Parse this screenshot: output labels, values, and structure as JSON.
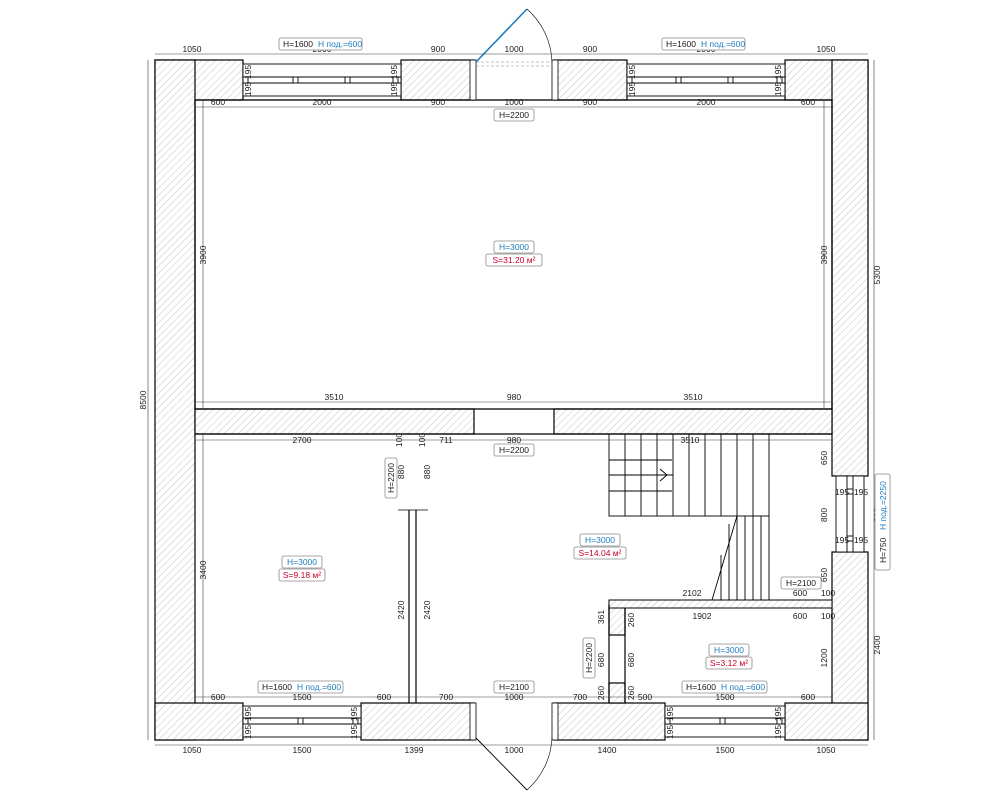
{
  "dims": {
    "top_outer": [
      "1050",
      "2000",
      "900",
      "1000",
      "900",
      "2000",
      "1050"
    ],
    "top_inner": [
      "600",
      "2000",
      "900",
      "1000",
      "900",
      "2000",
      "600"
    ],
    "top_window_195": "195",
    "left_total": "8500",
    "right_total_upper": "5300",
    "right_total_lower": "2400",
    "big_room_height": "3900",
    "partition_segments": [
      "3510",
      "980",
      "3510"
    ],
    "lower_top_row": [
      "2700",
      "100",
      "100",
      "711",
      "980",
      "3510"
    ],
    "left_room_height": "3400",
    "corridor_880": "880",
    "corridor_2420": "2420",
    "bottom_inner": [
      "600",
      "1500",
      "600",
      "700",
      "1000",
      "700",
      "500",
      "1500",
      "600"
    ],
    "bottom_outer": [
      "1050",
      "1500",
      "1399",
      "1000",
      "1400",
      "1500",
      "1050"
    ],
    "right_side": [
      "650",
      "800",
      "650",
      "800"
    ],
    "right_window_195": "195",
    "stair_run": "2102",
    "bath_top": "1902",
    "bath_side_600": "600",
    "bath_side_100": "100",
    "bath_361": "361",
    "bath_260": "260",
    "bath_680": "680",
    "bath_right": "1200",
    "bath_600b": "600",
    "bath_100b": "100"
  },
  "labels": {
    "win_top_left_h": "H=1600",
    "win_top_left_sill": "Н под.=600",
    "win_top_right_h": "H=1600",
    "win_top_right_sill": "Н под.=600",
    "door_top_h": "H=2200",
    "door_mid_h": "H=2200",
    "door_left_h": "H=2200",
    "door_bath_h": "H=2200",
    "door_bottom_h": "H=2100",
    "door_stair_h": "H=2100",
    "win_bl_h": "H=1600",
    "win_bl_sill": "Н под.=600",
    "win_br_h": "H=1600",
    "win_br_sill": "Н под.=600",
    "win_right_h": "H=750",
    "win_right_sill": "Н под.=2250"
  },
  "rooms": [
    {
      "height": "H=3000",
      "area": "S=31.20 м²"
    },
    {
      "height": "H=3000",
      "area": "S=9.18 м²"
    },
    {
      "height": "H=3000",
      "area": "S=14.04 м²"
    },
    {
      "height": "H=3000",
      "area": "S=3.12 м²"
    }
  ],
  "colors": {
    "height_text": "#1f7fbf",
    "area_text": "#c8002a",
    "door_leaf": "#1f7fbf"
  }
}
